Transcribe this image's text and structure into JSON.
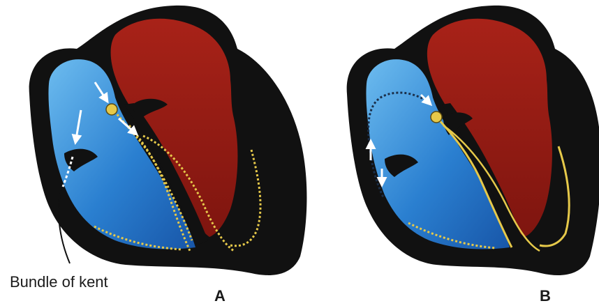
{
  "labels": {
    "bundle": "Bundle of kent",
    "panel_a": "A",
    "panel_b": "B"
  },
  "colors": {
    "outline": "#111111",
    "right_heart": "#1f6fc4",
    "right_heart_light": "#63b2ec",
    "left_heart": "#9b1d14",
    "conduction": "#e6c94a",
    "impulse": "#ffffff"
  }
}
